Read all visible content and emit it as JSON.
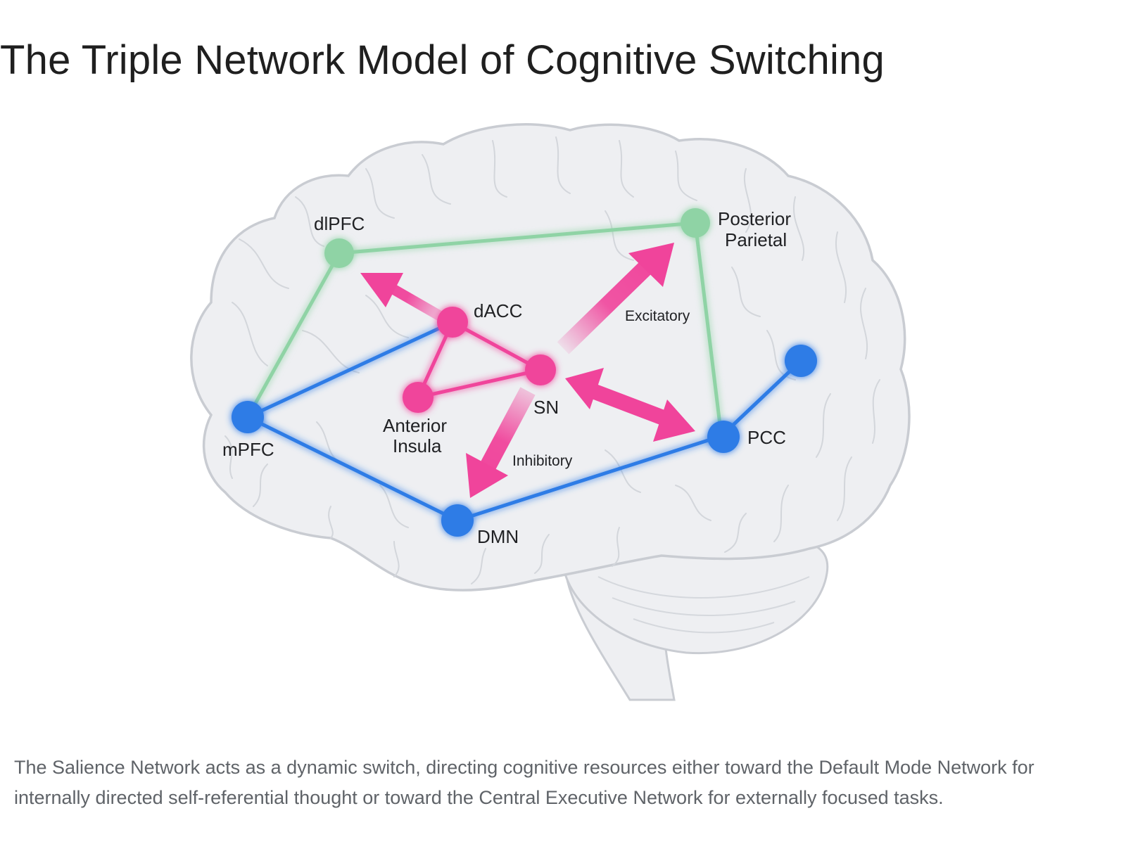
{
  "title": "The Triple Network Model of Cognitive Switching",
  "caption": "The Salience Network acts as a dynamic switch, directing cognitive resources either toward the Default Mode Network for internally directed self-referential thought or toward the Central Executive Network for externally focused tasks.",
  "labels": {
    "dlpfc": "dlPFC",
    "posterior_line1": "Posterior",
    "posterior_line2": "Parietal",
    "dacc": "dACC",
    "sn": "SN",
    "anterior_line1": "Anterior",
    "anterior_line2": "Insula",
    "mpfc": "mPFC",
    "pcc": "PCC",
    "dmn": "DMN",
    "excitatory": "Excitatory",
    "inhibitory": "Inhibitory"
  },
  "colors": {
    "central_executive": "#8fd3a5",
    "salience": "#f0449b",
    "default_mode": "#2f7be6",
    "brain_fill": "#eeeff2",
    "brain_outline": "#c9ccd2"
  }
}
